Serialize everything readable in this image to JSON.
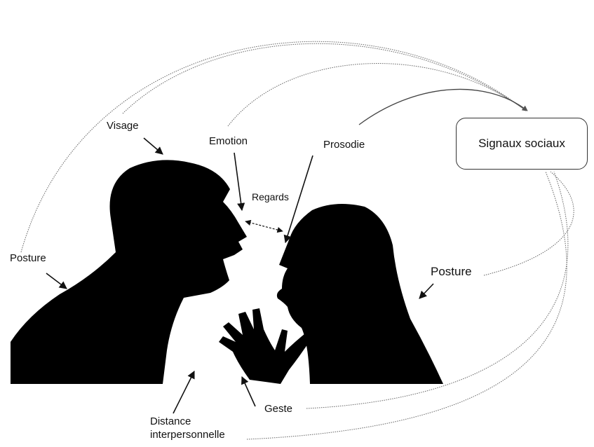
{
  "target_box": {
    "label": "Signaux sociaux"
  },
  "labels": {
    "visage": "Visage",
    "emotion": "Emotion",
    "prosodie": "Prosodie",
    "regards": "Regards",
    "posture_left": "Posture",
    "posture_right": "Posture",
    "geste": "Geste",
    "distance_line1": "Distance",
    "distance_line2": "interpersonnelle"
  },
  "colors": {
    "silhouette": "#000000",
    "lines": "#555555",
    "text": "#111111"
  }
}
